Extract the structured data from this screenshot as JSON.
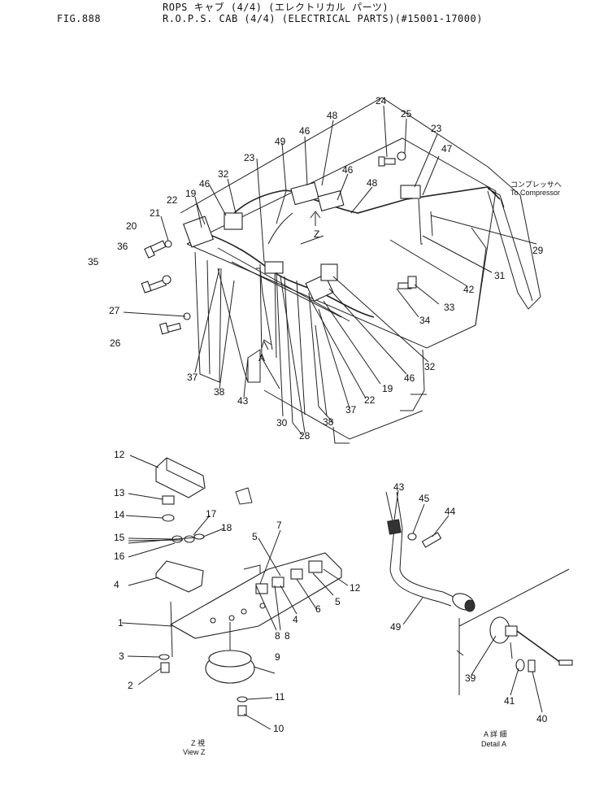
{
  "header": {
    "fig_no": "FIG.888",
    "title_jp": "ROPS キャブ (4/4) (エレクトリカル パーツ)",
    "title_en": "R.O.P.S. CAB (4/4) (ELECTRICAL PARTS)(#15001-17000)"
  },
  "annotations": {
    "to_compressor_jp": "コンプレッサへ",
    "to_compressor_en": "To Compressor",
    "view_z_jp": "Z 視",
    "view_z_en": "View Z",
    "detail_a_jp": "A 詳 細",
    "detail_a_en": "Detail A",
    "arrow_z": "Z",
    "arrow_a": "A"
  },
  "callouts": [
    "24",
    "25",
    "48",
    "23",
    "46",
    "49",
    "47",
    "46",
    "48",
    "32",
    "22",
    "19",
    "46",
    "23",
    "21",
    "20",
    "29",
    "36",
    "35",
    "31",
    "42",
    "33",
    "27",
    "34",
    "26",
    "32",
    "46",
    "19",
    "37",
    "22",
    "37",
    "38",
    "43",
    "38",
    "30",
    "28",
    "12",
    "13",
    "17",
    "14",
    "18",
    "15",
    "16",
    "7",
    "5",
    "4",
    "12",
    "5",
    "6",
    "4",
    "1",
    "8",
    "8",
    "3",
    "9",
    "2",
    "11",
    "10",
    "43",
    "45",
    "44",
    "49",
    "39",
    "41",
    "40"
  ]
}
